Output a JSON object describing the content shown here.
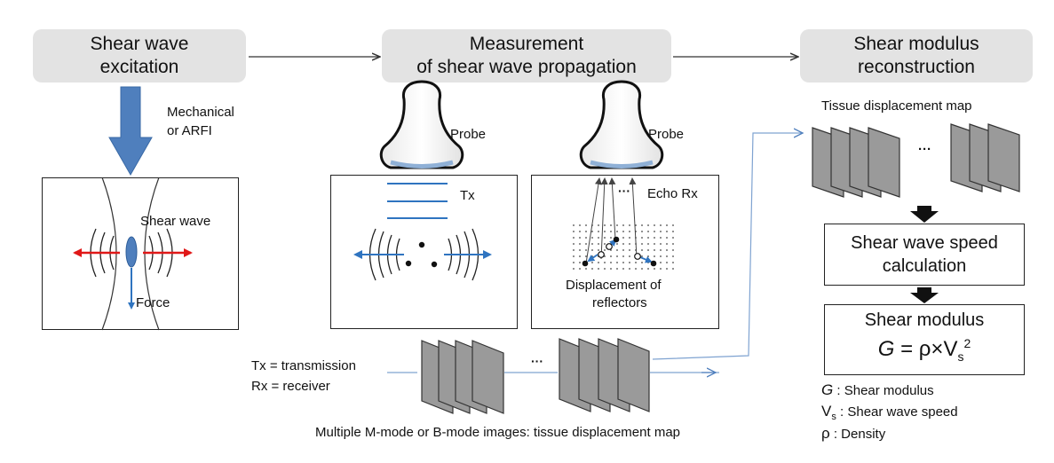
{
  "stages": {
    "excitation": {
      "line1": "Shear wave",
      "line2": "excitation"
    },
    "measurement": {
      "line1": "Measurement",
      "line2": "of shear wave propagation"
    },
    "reconstruction": {
      "line1": "Shear modulus",
      "line2": "reconstruction"
    }
  },
  "excitation_panel": {
    "source_label_1": "Mechanical",
    "source_label_2": "or ARFI",
    "shear_wave_label": "Shear wave",
    "force_label": "Force"
  },
  "measurement_panel": {
    "probe_label_left": "Probe",
    "probe_label_right": "Probe",
    "tx_label": "Tx",
    "echo_label": "Echo Rx",
    "displacement_label_1": "Displacement of",
    "displacement_label_2": "reflectors",
    "legend_tx": "Tx = transmission",
    "legend_rx": "Rx = receiver",
    "images_caption": "Multiple M-mode or B-mode images: tissue displacement map",
    "ellipsis": "···"
  },
  "reconstruction_panel": {
    "map_label": "Tissue displacement map",
    "ellipsis": "···",
    "speed_box_1": "Shear wave speed",
    "speed_box_2": "calculation",
    "modulus_box_title": "Shear modulus",
    "formula_G": "G",
    "formula_eq": "= ρ×V",
    "formula_sub": "s",
    "formula_sup": "2",
    "legend": [
      {
        "symbol": "G",
        "sub": "",
        "text": ": Shear modulus"
      },
      {
        "symbol": "V",
        "sub": "s",
        "text": ": Shear wave speed"
      },
      {
        "symbol": "ρ",
        "sub": "",
        "text": ":  Density"
      }
    ]
  },
  "colors": {
    "stage_bg": "#e3e3e3",
    "arrow_blue": "#4f7fbd",
    "wave_red": "#e01818",
    "wave_blue": "#2f74c0",
    "frame_gray": "#9a9a9a"
  }
}
